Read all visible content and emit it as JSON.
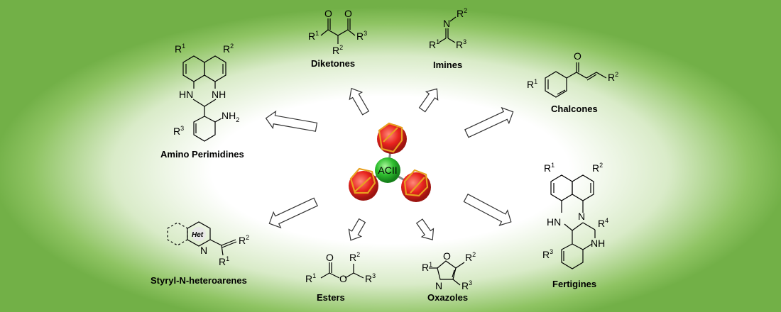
{
  "catalyst": {
    "label": "ACII"
  },
  "products": [
    {
      "name": "Diketones"
    },
    {
      "name": "Imines"
    },
    {
      "name": "Chalcones"
    },
    {
      "name": "Amino Perimidines"
    },
    {
      "name": "Fertigines"
    },
    {
      "name": "Styryl-N-heteroarenes"
    },
    {
      "name": "Esters"
    },
    {
      "name": "Oxazoles"
    }
  ],
  "structure_text": {
    "het": "Het",
    "r1": "R",
    "r2": "R",
    "r3": "R",
    "r4": "R",
    "n": "N",
    "nh": "NH",
    "hn": "HN",
    "nh2": "NH",
    "o": "O"
  },
  "colors": {
    "green_dark": "#72b047",
    "green_light": "#d9ebc8",
    "sphere_red": "#e8231d",
    "sphere_green": "#2fbf2f",
    "ring_orange": "#e8a020"
  }
}
